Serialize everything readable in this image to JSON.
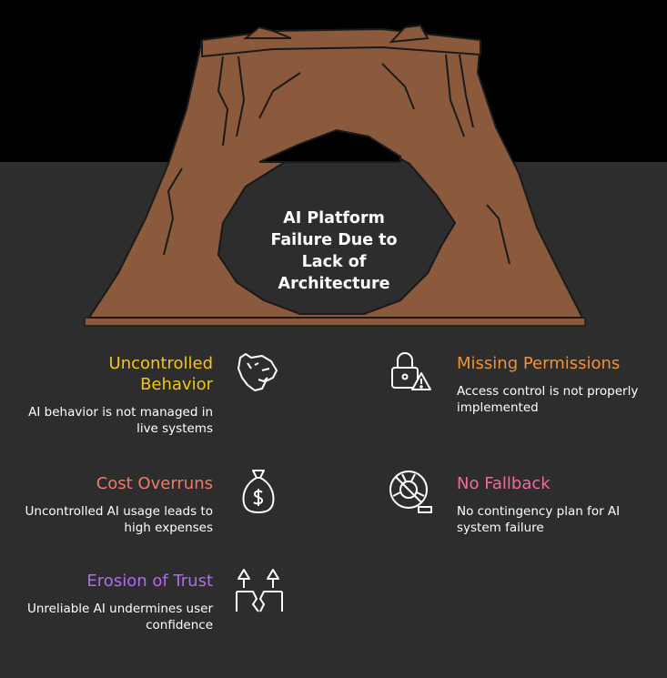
{
  "title": "AI Platform Failure Due to Lack of Architecture",
  "colors": {
    "background": "#2d2d2d",
    "band": "#000000",
    "arch_fill": "#8b5a3c",
    "arch_stroke": "#1a1a1a",
    "yellow": "#f5c518",
    "orange": "#f0923a",
    "red": "#f07a6a",
    "pink": "#f06aa0",
    "purple": "#b06af0"
  },
  "items": {
    "uncontrolled": {
      "title": "Uncontrolled Behavior",
      "description": "AI behavior is not managed in live systems",
      "icon": "tiger-head-icon"
    },
    "permissions": {
      "title": "Missing Permissions",
      "description": "Access control is not properly implemented",
      "icon": "lock-warning-icon"
    },
    "cost": {
      "title": "Cost Overruns",
      "description": "Uncontrolled AI usage leads to high expenses",
      "icon": "money-bag-icon"
    },
    "fallback": {
      "title": "No Fallback",
      "description": "No contingency plan for AI system failure",
      "icon": "no-life-ring-icon"
    },
    "trust": {
      "title": "Erosion of Trust",
      "description": "Unreliable AI undermines user confidence",
      "icon": "broken-ground-icon"
    }
  }
}
